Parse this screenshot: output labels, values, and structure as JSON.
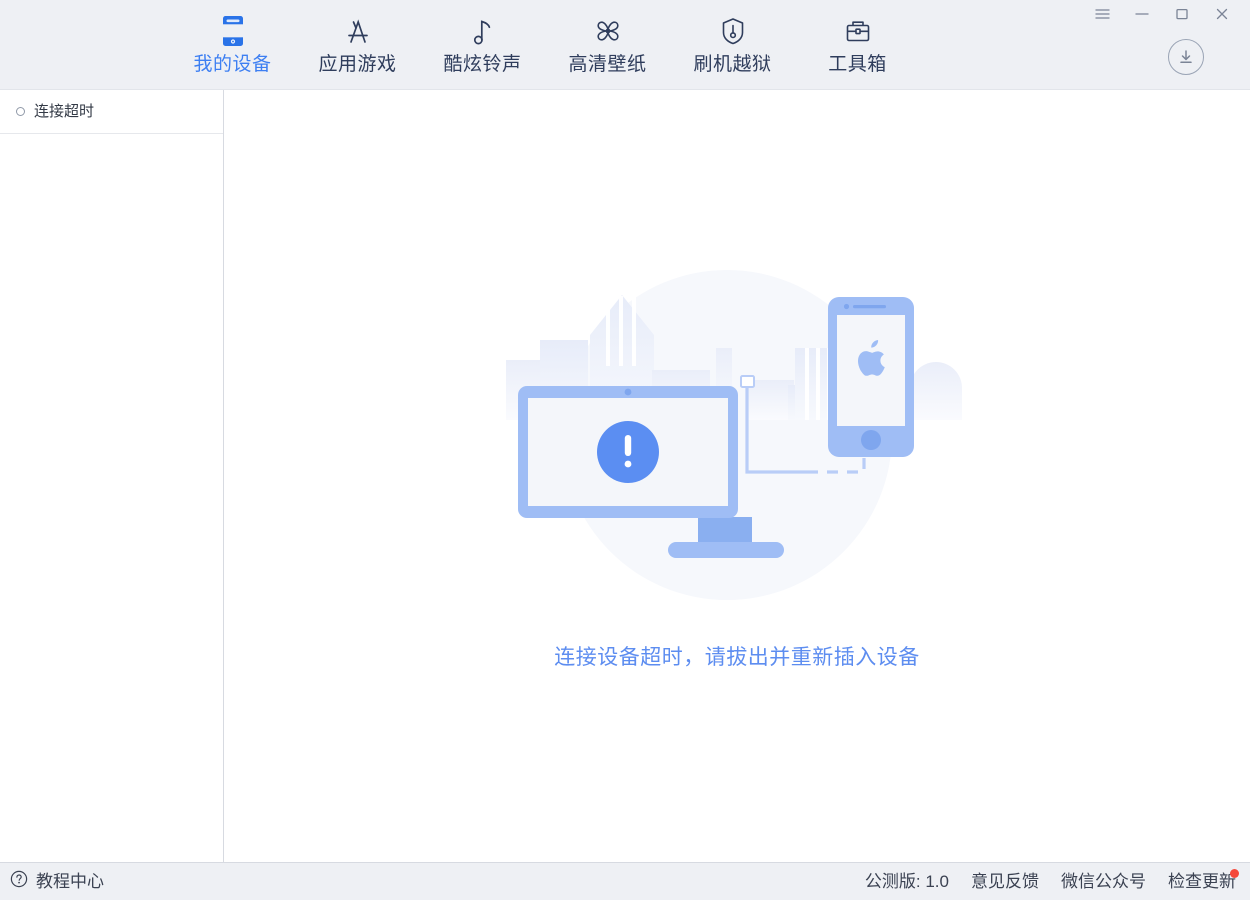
{
  "window": {
    "controls": [
      {
        "name": "menu",
        "glyph": "menu-icon"
      },
      {
        "name": "minimize",
        "glyph": "minimize-icon"
      },
      {
        "name": "maximize",
        "glyph": "maximize-icon"
      },
      {
        "name": "close",
        "glyph": "close-icon"
      }
    ],
    "download_icon": "download-circle-icon"
  },
  "header": {
    "tabs": [
      {
        "label": "我的设备",
        "icon": "device-phone-icon",
        "active": true
      },
      {
        "label": "应用游戏",
        "icon": "app-store-icon",
        "active": false
      },
      {
        "label": "酷炫铃声",
        "icon": "music-note-icon",
        "active": false
      },
      {
        "label": "高清壁纸",
        "icon": "flower-wallpaper-icon",
        "active": false
      },
      {
        "label": "刷机越狱",
        "icon": "shield-key-icon",
        "active": false
      },
      {
        "label": "工具箱",
        "icon": "toolbox-icon",
        "active": false
      }
    ]
  },
  "sidebar": {
    "items": [
      {
        "label": "连接超时",
        "bullet": "circle-bullet-icon"
      }
    ]
  },
  "main": {
    "illustration": "device-connection-timeout-illustration",
    "message": "连接设备超时，请拔出并重新插入设备",
    "alert_glyph": "!"
  },
  "footer": {
    "tutorial": {
      "label": "教程中心",
      "icon": "question-circle-icon"
    },
    "version": "公测版: 1.0",
    "feedback": "意见反馈",
    "wechat": "微信公众号",
    "check_update": "检查更新",
    "update_badge": "new-update-dot"
  },
  "colors": {
    "accent_blue": "#3d7ff2",
    "message_blue": "#5d8df0",
    "illus_blue": "#9fbdf5",
    "illus_blue_dark": "#5b8ef2",
    "header_bg": "#eef0f4",
    "text_dark": "#2f3d5c",
    "badge_red": "#f5483a"
  }
}
